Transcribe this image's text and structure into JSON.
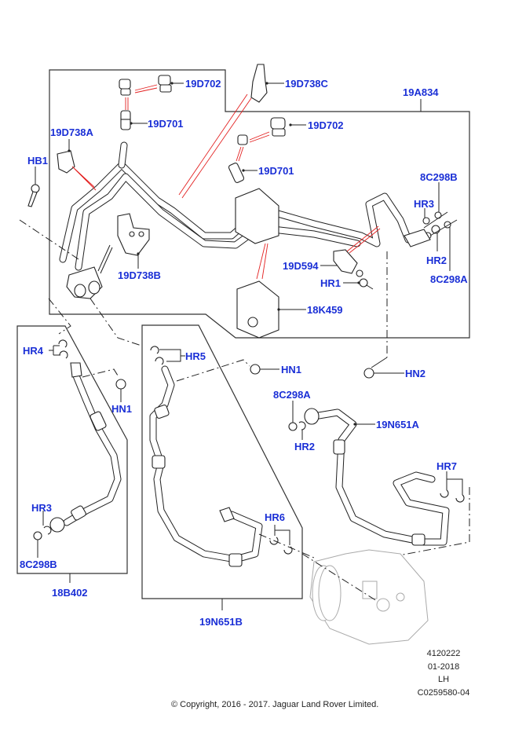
{
  "diagram": {
    "title": "Air conditioning refrigerant lines exploded view",
    "callouts": {
      "c19D702_top": "19D702",
      "c19D738C": "19D738C",
      "c19A834": "19A834",
      "c19D701_top": "19D701",
      "c19D738A": "19D738A",
      "cHB1": "HB1",
      "c19D702_mid": "19D702",
      "c19D701_mid": "19D701",
      "c8C298B_top": "8C298B",
      "cHR3_top": "HR3",
      "cHR2_top": "HR2",
      "c8C298A_top": "8C298A",
      "c19D594": "19D594",
      "cHR1": "HR1",
      "c19D738B": "19D738B",
      "c18K459": "18K459",
      "cHR4": "HR4",
      "cHR5": "HR5",
      "cHN1_left": "HN1",
      "cHN1_mid": "HN1",
      "cHN2": "HN2",
      "c8C298A_mid": "8C298A",
      "cHR2_mid": "HR2",
      "c19N651A": "19N651A",
      "cHR7": "HR7",
      "cHR3_low": "HR3",
      "c8C298B_low": "8C298B",
      "c18B402": "18B402",
      "cHR6": "HR6",
      "c19N651B": "19N651B"
    }
  },
  "info_block": {
    "illustration_number": "4120222",
    "date": "01-2018",
    "variant": "LH",
    "reference": "C0259580-04"
  },
  "copyright": "© Copyright, 2016 - 2017. Jaguar Land Rover Limited.",
  "colors": {
    "callout": "#1a2fd6",
    "leader_red": "#e32020"
  }
}
